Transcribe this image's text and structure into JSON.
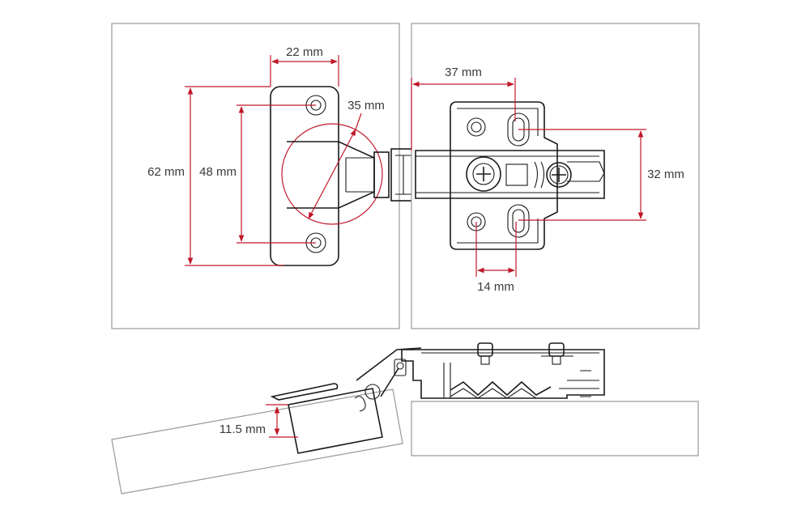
{
  "dimensions": {
    "width_22": "22 mm",
    "height_62": "62 mm",
    "spacing_48": "48 mm",
    "cup_35": "35 mm",
    "offset_37": "37 mm",
    "spacing_32": "32 mm",
    "spacing_14": "14 mm",
    "depth_11_5": "11.5 mm"
  },
  "colors": {
    "dimension_line": "#c0182a",
    "outline": "#1a1a1a",
    "panel_border": "#9a9a9a"
  }
}
